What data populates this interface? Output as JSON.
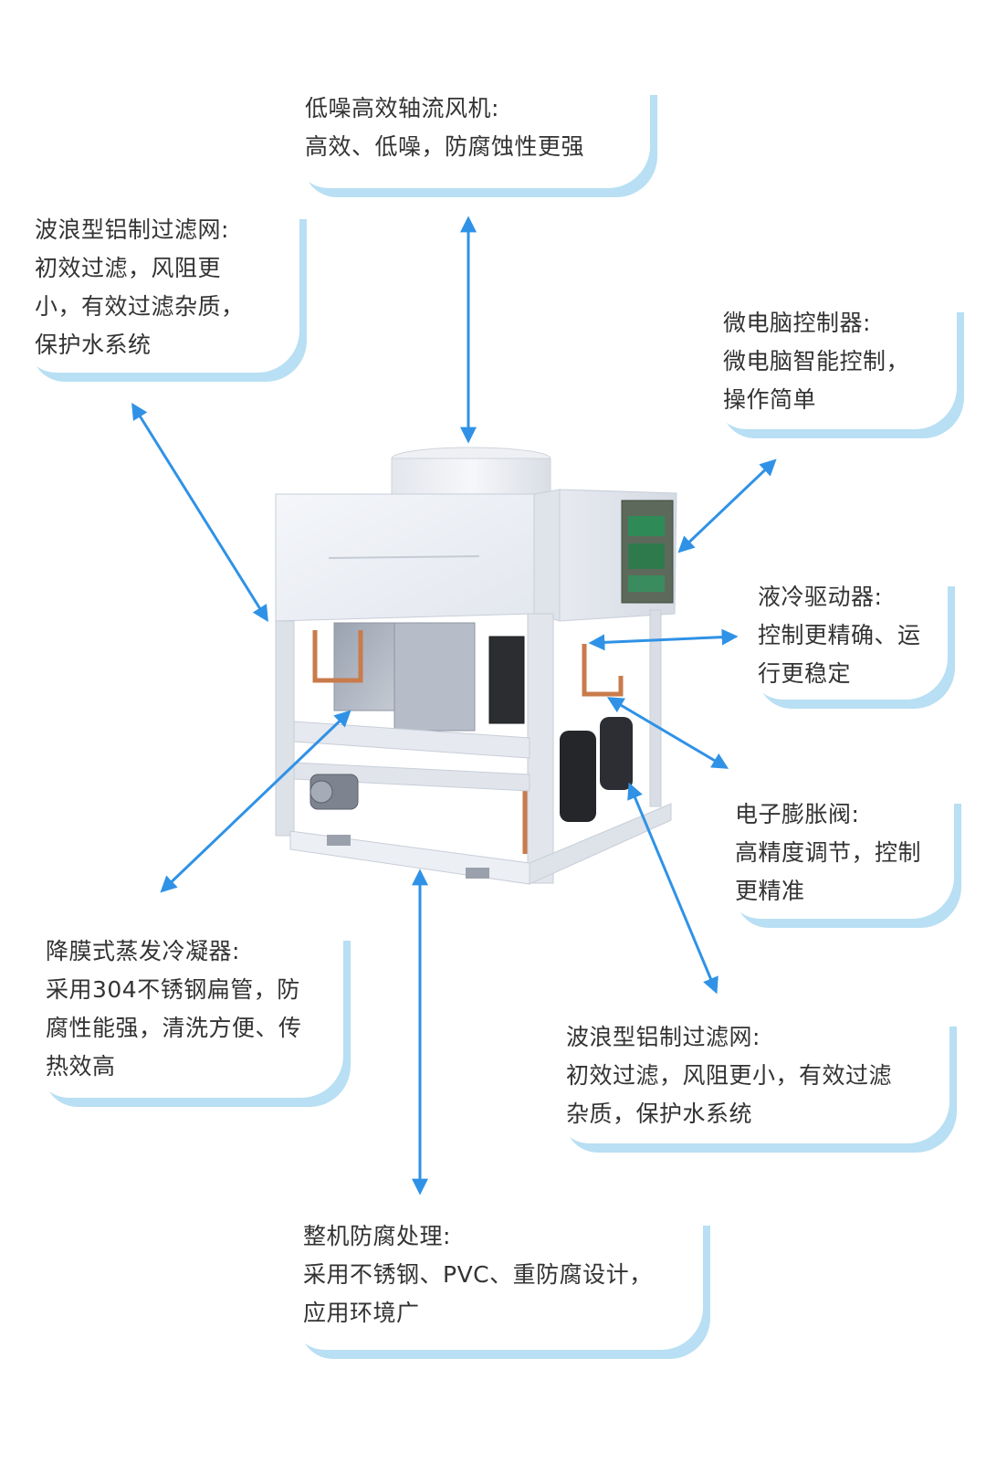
{
  "colors": {
    "arrow": "#2f92e6",
    "callout_shadow": "#b8dff3",
    "text": "#333333"
  },
  "callouts": {
    "fan": {
      "title": "低噪高效轴流风机:",
      "body": "高效、低噪，防腐蚀性更强"
    },
    "filter_top": {
      "title": "波浪型铝制过滤网:",
      "body": "初效过滤，风阻更\n小，有效过滤杂质，\n保护水系统"
    },
    "controller": {
      "title": "微电脑控制器:",
      "body": "微电脑智能控制，\n操作简单"
    },
    "liquid_drive": {
      "title": "液冷驱动器:",
      "body": "控制更精确、运\n行更稳定"
    },
    "expansion_valve": {
      "title": "电子膨胀阀:",
      "body": "高精度调节，控制\n更精准"
    },
    "condenser": {
      "title": "降膜式蒸发冷凝器:",
      "body": "采用304不锈钢扁管，防\n腐性能强，清洗方便、传\n热效高"
    },
    "filter_bottom": {
      "title": "波浪型铝制过滤网:",
      "body": "初效过滤，风阻更小，有效过滤\n杂质，保护水系统"
    },
    "anticorrosion": {
      "title": "整机防腐处理:",
      "body": "采用不锈钢、PVC、重防腐设计，\n应用环境广"
    }
  }
}
